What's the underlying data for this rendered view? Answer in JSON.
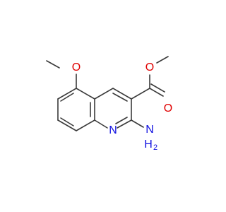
{
  "molecule": {
    "atoms": {
      "o_methoxy": {
        "text": "O",
        "color": "#e00000"
      },
      "o_ester_single": {
        "text": "O",
        "color": "#e00000"
      },
      "o_ester_double": {
        "text": "O",
        "color": "#e00000"
      },
      "n_ring": {
        "text": "N",
        "color": "#1010e0"
      },
      "nh2_n": {
        "text": "N",
        "color": "#1010e0"
      },
      "nh2_h": {
        "text": "H",
        "color": "#1010e0"
      },
      "nh2_sub": {
        "text": "2",
        "color": "#1010e0"
      }
    }
  }
}
